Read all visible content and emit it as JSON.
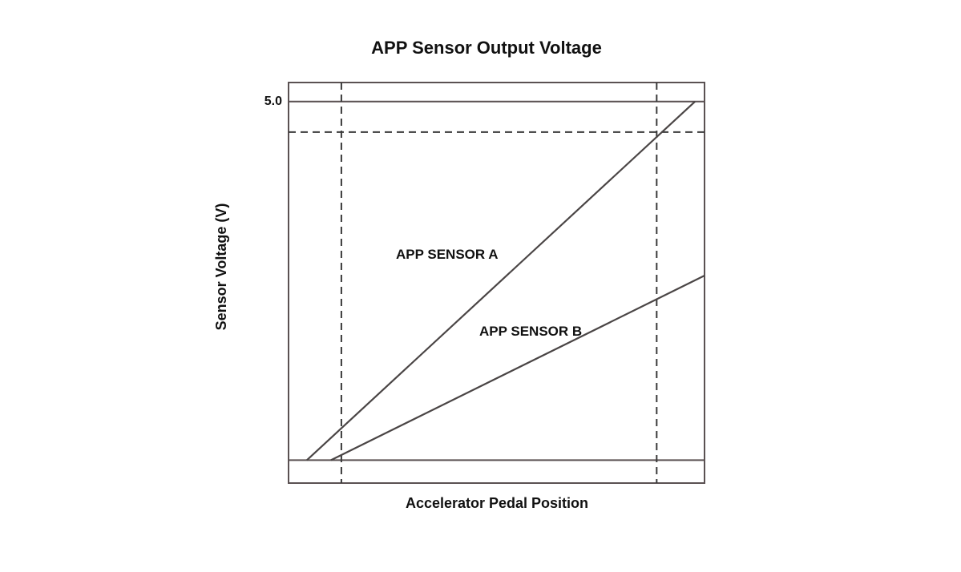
{
  "chart_data": {
    "type": "line",
    "title": "APP Sensor Output Voltage",
    "xlabel": "Accelerator Pedal Position",
    "ylabel": "Sensor Voltage (V)",
    "y_ticks": [
      {
        "value": 5.0,
        "label": "5.0"
      }
    ],
    "xlim": [
      0,
      100
    ],
    "ylim": [
      0,
      5.25
    ],
    "reference_lines": [
      {
        "orientation": "horizontal",
        "value": 5.0,
        "style": "solid"
      },
      {
        "orientation": "horizontal",
        "value": 4.6,
        "style": "dashed"
      },
      {
        "orientation": "horizontal",
        "value": 0.3,
        "style": "solid"
      },
      {
        "orientation": "vertical",
        "value": 12.7,
        "style": "dashed"
      },
      {
        "orientation": "vertical",
        "value": 88.5,
        "style": "dashed"
      }
    ],
    "series": [
      {
        "name": "APP SENSOR A",
        "x": [
          4.4,
          97.7
        ],
        "y": [
          0.3,
          5.0
        ]
      },
      {
        "name": "APP SENSOR B",
        "x": [
          10.2,
          100
        ],
        "y": [
          0.3,
          2.72
        ]
      }
    ],
    "grid": false,
    "legend": "inline"
  }
}
